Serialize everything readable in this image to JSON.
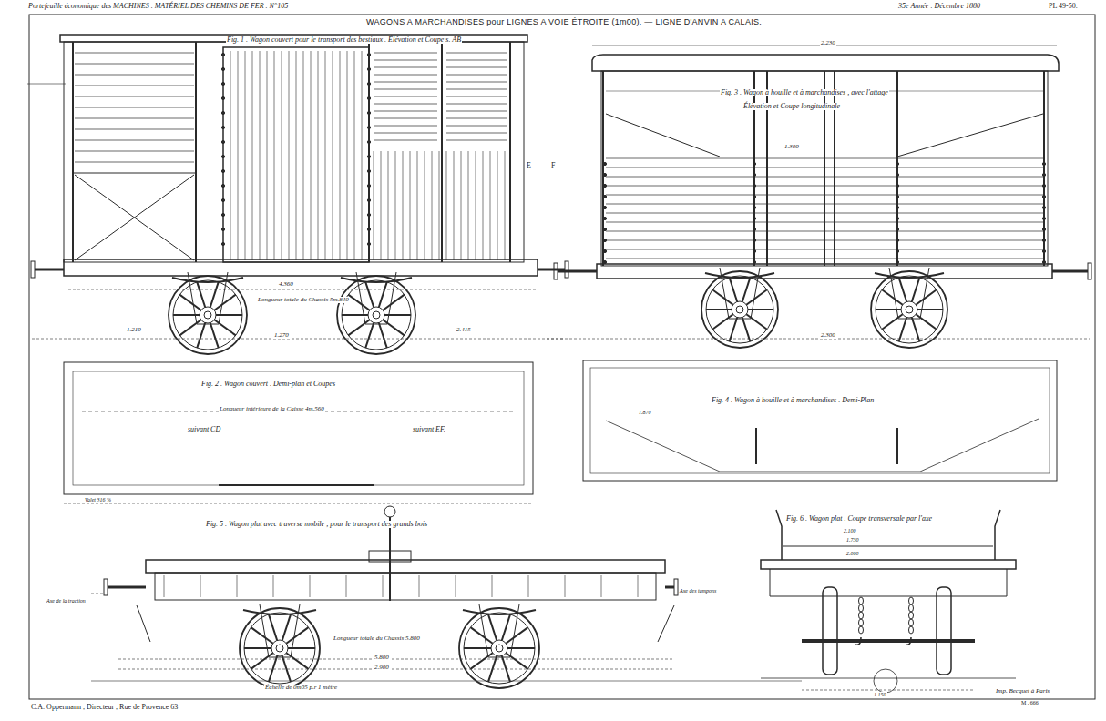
{
  "diagram": {
    "title": "WAGONS A MARCHANDISES pour LIGNES A VOIE ÉTROITE (1m00). — LIGNE D'ANVIN A CALAIS.",
    "labels": [
      "Portefeuille économique des MACHINES . MATÉRIEL DES CHEMINS DE FER . N°105",
      "35e Année . Décembre 1880",
      "PL 49-50.",
      "Fig. 1 . Wagon couvert pour le transport des bestiaux . Élévation et Coupe s. AB",
      "E",
      "F",
      "Longueur totale du Chassis 5m.840",
      "4.360",
      "1.210",
      "1.270",
      "2.415",
      "Fig. 3 . Wagon à houille et à marchandises , avec l'attage",
      "Élévation et Coupe longitudinale",
      "2.230",
      "1.300",
      "2.300",
      "Fig. 2 . Wagon couvert . Demi-plan et Coupes",
      "Longueur intérieure de la Caisse 4m.560",
      "suivant CD",
      "suivant EF.",
      "Valet 316 %",
      "Fig. 4 . Wagon à houille et à marchandises . Demi-Plan",
      "1.870",
      "Fig. 5 . Wagon plat avec traverse mobile , pour le transport des grands bois",
      "Axe de la traction",
      "Axe des tampons",
      "Longueur totale du Chassis 5.800",
      "5.800",
      "2.900",
      "Échelle de 0m05 p.r 1 mètre",
      "Fig. 6 . Wagon plat . Coupe transversale par l'axe",
      "2.100",
      "1.730",
      "2.000",
      "1.150",
      "C.A. Oppermann , Directeur , Rue de Provence 63",
      "Imp. Becquet à Paris",
      "M . 666"
    ]
  }
}
